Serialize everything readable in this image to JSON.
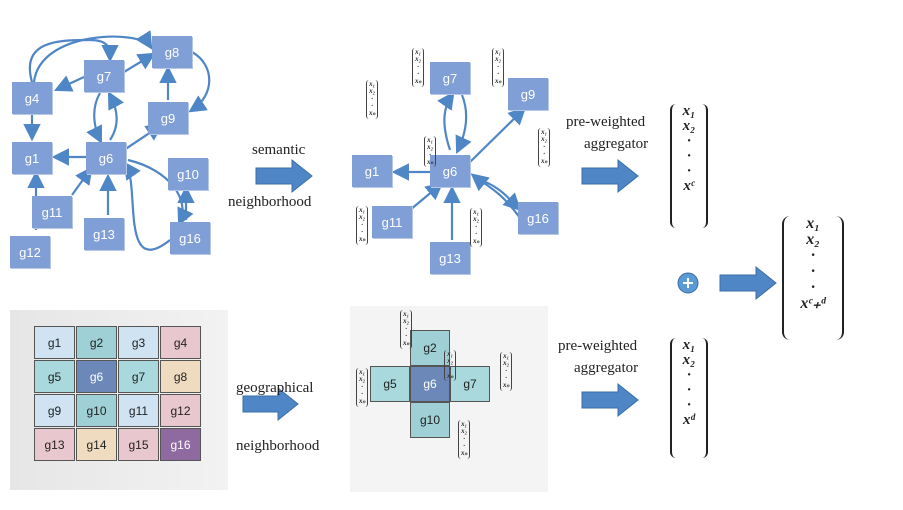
{
  "nodes": {
    "g1": "g1",
    "g4": "g4",
    "g6": "g6",
    "g7": "g7",
    "g8": "g8",
    "g9": "g9",
    "g10": "g10",
    "g11": "g11",
    "g12": "g12",
    "g13": "g13",
    "g16": "g16"
  },
  "semantic_label_1": "semantic",
  "semantic_label_2": "neighborhood",
  "geo_label_1": "geographical",
  "geo_label_2": "neighborhood",
  "aggregator_top_1": "pre-weighted",
  "aggregator_top_2": "aggregator",
  "aggregator_bottom_1": "pre-weighted",
  "aggregator_bottom_2": "aggregator",
  "vector_top": {
    "x1": "x₁",
    "x2": "x₂",
    "dots": "·",
    "last": "xᶜ"
  },
  "vector_bottom": {
    "x1": "x₁",
    "x2": "x₂",
    "dots": "·",
    "last": "xᵈ"
  },
  "vector_final": {
    "x1": "x₁",
    "x2": "x₂",
    "dots": "·",
    "last": "xᶜ₊ᵈ"
  },
  "mini_vector": {
    "a": "x₁",
    "b": "x₂",
    "dot": "·",
    "n": "xₙ"
  },
  "grid_cells": [
    "g1",
    "g2",
    "g3",
    "g4",
    "g5",
    "g6",
    "g7",
    "g8",
    "g9",
    "g10",
    "g11",
    "g12",
    "g13",
    "g14",
    "g15",
    "g16"
  ],
  "geo_sub_nodes": {
    "g2": "g2",
    "g5": "g5",
    "g6": "g6",
    "g7": "g7",
    "g10": "g10"
  },
  "colors": {
    "node": "#7f9fd6",
    "arrow": "#4f86c6",
    "plus": "#5b9bd5"
  }
}
